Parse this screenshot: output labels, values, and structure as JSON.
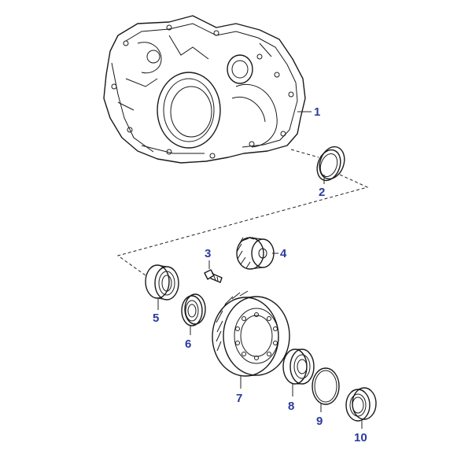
{
  "colors": {
    "label": "#2b3a9e",
    "line": "#1a1a1a",
    "background": "#ffffff"
  },
  "parts": [
    {
      "num": "1"
    },
    {
      "num": "2"
    },
    {
      "num": "3"
    },
    {
      "num": "4"
    },
    {
      "num": "5"
    },
    {
      "num": "6"
    },
    {
      "num": "7"
    },
    {
      "num": "8"
    },
    {
      "num": "9"
    },
    {
      "num": "10"
    }
  ]
}
